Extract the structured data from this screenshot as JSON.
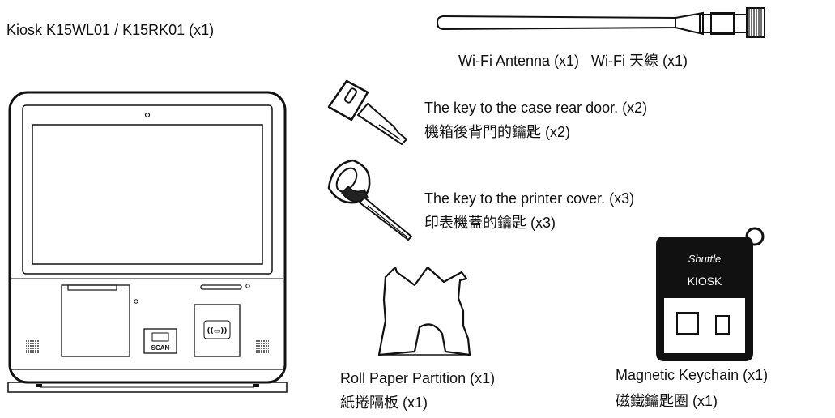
{
  "kiosk": {
    "label": "Kiosk K15WL01 / K15RK01 (x1)",
    "scan_text": "SCAN",
    "nfc_text": "((▭))"
  },
  "antenna": {
    "label": "Wi-Fi Antenna (x1)   Wi-Fi 天線 (x1)"
  },
  "rear_key": {
    "label_en": "The key to the case rear door. (x2)",
    "label_zh": "機箱後背門的鑰匙 (x2)"
  },
  "printer_key": {
    "label_en": "The key to the printer cover. (x3)",
    "label_zh": "印表機蓋的鑰匙 (x3)"
  },
  "partition": {
    "label_en": "Roll Paper Partition (x1)",
    "label_zh": "紙捲隔板 (x1)"
  },
  "keychain": {
    "brand": "Shuttle",
    "product": "KIOSK",
    "label_en": "Magnetic Keychain (x1)",
    "label_zh": "磁鐵鑰匙圈 (x1)"
  }
}
